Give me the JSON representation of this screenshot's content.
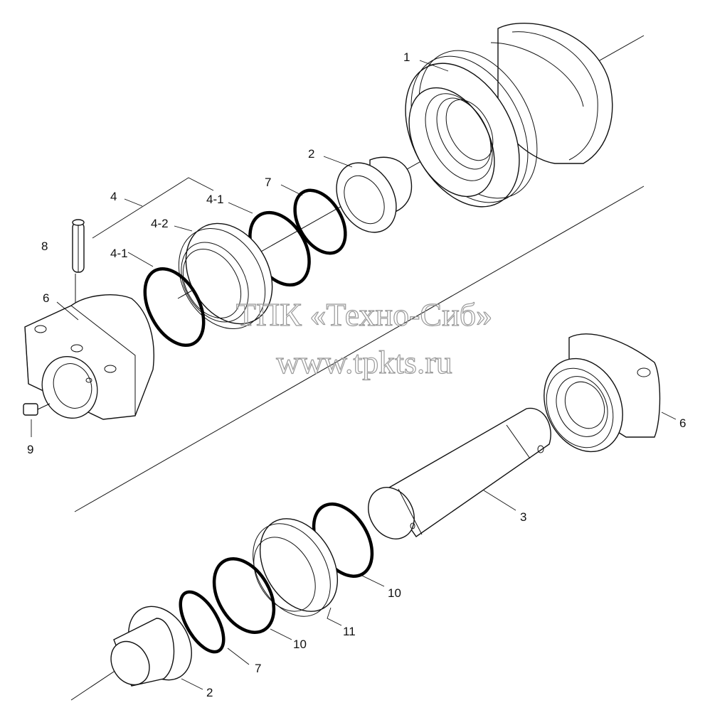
{
  "watermark": {
    "line1": "ТПК «Техно-Сиб»",
    "line2": "www.tpkts.ru"
  },
  "callouts": {
    "roller_1": "1",
    "collar_2_top": "2",
    "assembly_4": "4",
    "seal_4_1_top": "4-1",
    "seal_4_2": "4-2",
    "seal_4_1_left": "4-1",
    "oring_7_top": "7",
    "pin_8": "8",
    "bracket_6_left": "6",
    "plug_9": "9",
    "bracket_6_right": "6",
    "shaft_3": "3",
    "oring_10_right": "10",
    "oring_10_left": "10",
    "seal_11": "11",
    "oring_7_bottom": "7",
    "collar_2_bottom": "2"
  }
}
